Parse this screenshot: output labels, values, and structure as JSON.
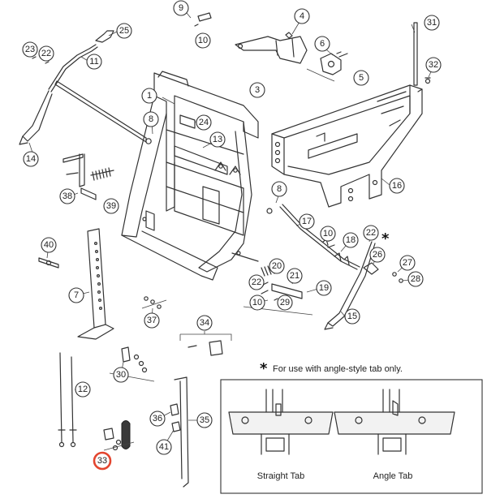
{
  "diagram": {
    "callouts": [
      "1",
      "3",
      "4",
      "5",
      "6",
      "7",
      "8",
      "9",
      "10",
      "11",
      "12",
      "13",
      "14",
      "15",
      "16",
      "17",
      "18",
      "19",
      "20",
      "21",
      "22",
      "23",
      "24",
      "25",
      "26",
      "27",
      "28",
      "29",
      "30",
      "31",
      "32",
      "33",
      "34",
      "35",
      "36",
      "37",
      "38",
      "39",
      "40",
      "41"
    ],
    "highlighted_callout": "33",
    "highlight_color": "#e3452f",
    "asterisk_marker": "*"
  },
  "note": {
    "asterisk": "*",
    "text": "For use with angle-style tab only.",
    "tabs": [
      {
        "caption": "Straight Tab"
      },
      {
        "caption": "Angle Tab"
      }
    ]
  }
}
